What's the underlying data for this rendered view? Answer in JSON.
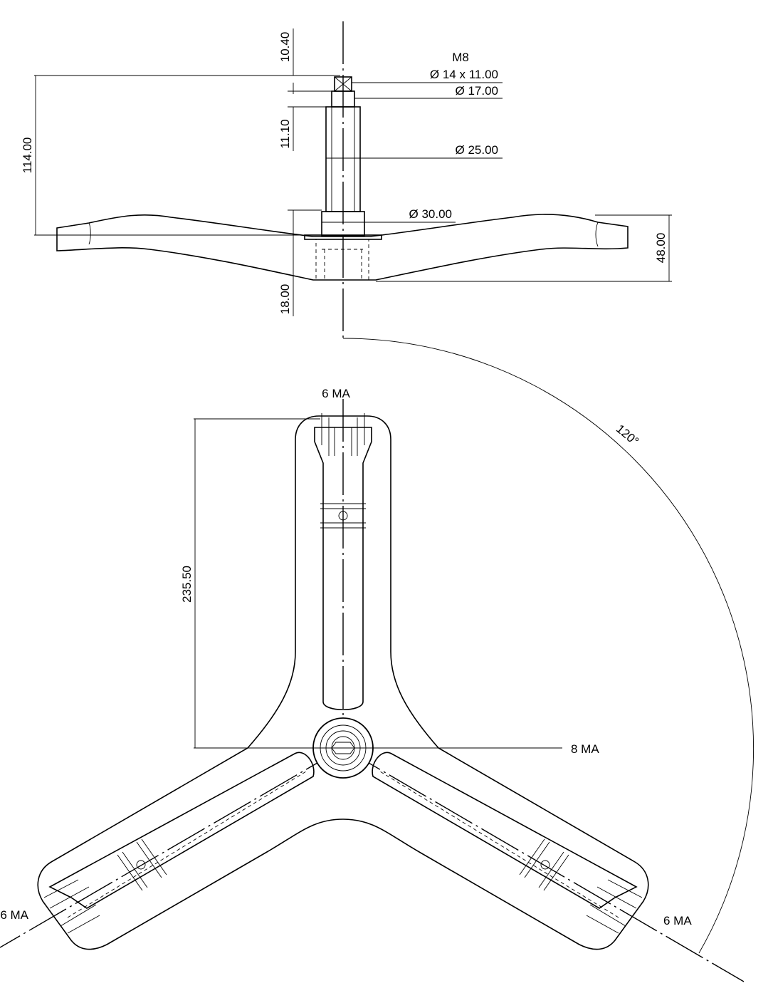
{
  "dimensions": {
    "top_gap": "10.40",
    "overall_height": "114.00",
    "shaft_step": "11.10",
    "hub_depth": "18.00",
    "arm_height": "48.00",
    "thread": "M8",
    "thread_spec": "Ø 14 x 11.00",
    "dia_17": "Ø 17.00",
    "dia_25": "Ø 25.00",
    "dia_30": "Ø 30.00",
    "arm_length": "235.50",
    "angle": "120°"
  },
  "labels": {
    "top_ma": "6 MA",
    "center_ma": "8 MA",
    "left_ma": "6 MA",
    "right_ma": "6 MA"
  }
}
